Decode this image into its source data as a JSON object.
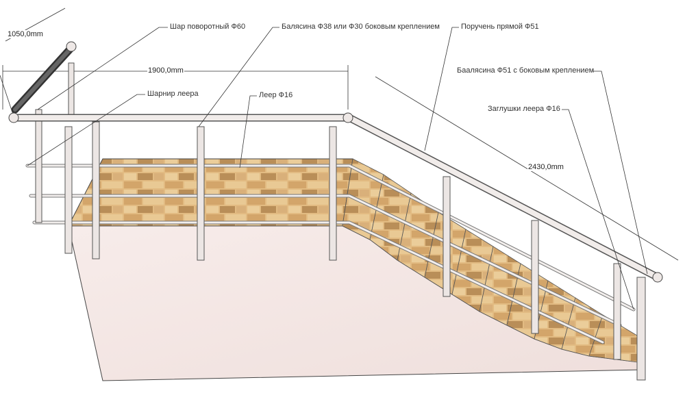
{
  "dimensions": {
    "top_rail_length": "1050,0mm",
    "landing_length": "1900,0mm",
    "stair_length": "2430,0mm"
  },
  "labels": {
    "ball": "Шар поворотный Ф60",
    "baluster_small": "Балясина Ф38 или Ф30 боковым креплением",
    "handrail": "Поручень прямой Ф51",
    "baluster_large": "Баалясина Ф51 с боковым креплением",
    "rail_hinge": "Шарнир леера",
    "rail": "Леер Ф16",
    "rail_caps": "Заглушки леера Ф16"
  },
  "colors": {
    "tile_light": "#e6c289",
    "tile_dark": "#b98e58",
    "concrete": "#f3e6e3",
    "metal": "#ece6e4",
    "outline": "#444444"
  }
}
